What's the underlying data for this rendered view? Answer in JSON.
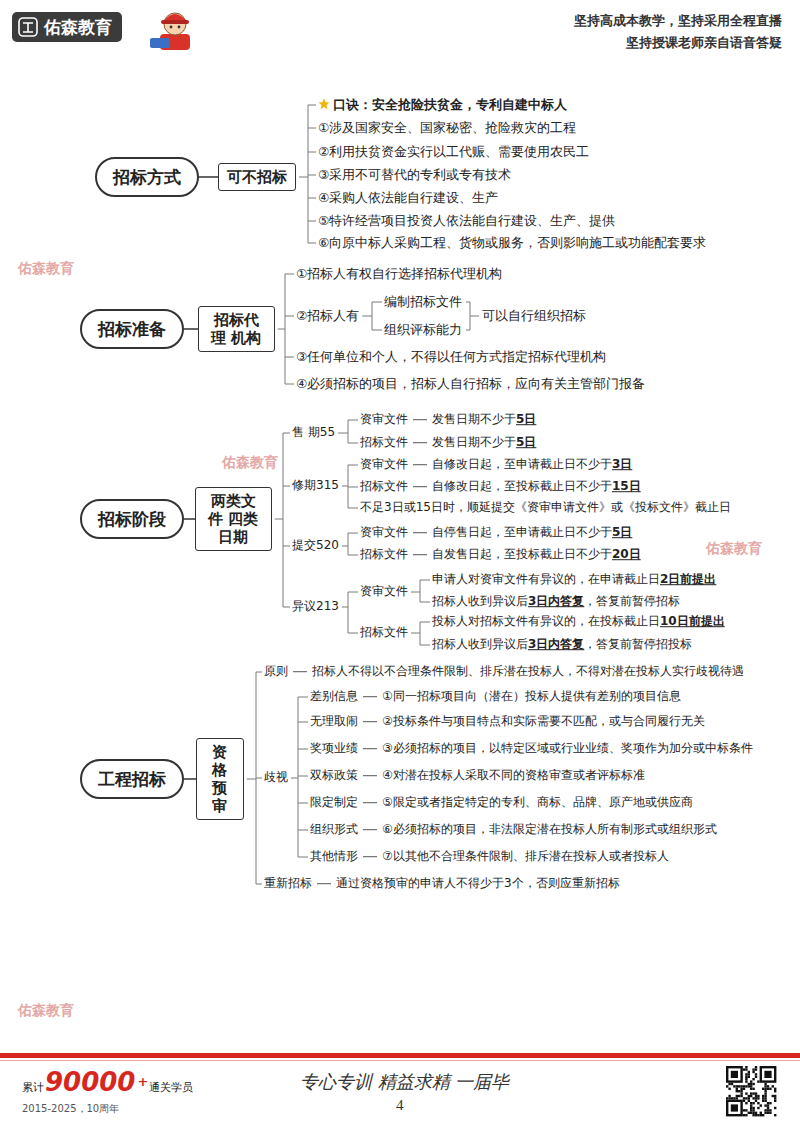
{
  "diagram": {
    "nodes": [
      {
        "text": [
          "佑森教育"
        ]
      },
      {
        "text": [
          "招标方式"
        ]
      },
      {
        "text": [
          "可不招标"
        ]
      },
      {
        "text": [
          "招标准备"
        ]
      },
      {
        "text": [
          "招标代理 机构"
        ]
      },
      {
        "text": [
          "招标阶段"
        ]
      },
      {
        "text": [
          "两类文件 四类日期"
        ]
      },
      {
        "text": [
          "工程招标"
        ]
      },
      {
        "text": [
          "资格 预审"
        ]
      }
    ],
    "edges": [
      {
        "from": 1,
        "to": 2,
        "arrow": "none"
      },
      {
        "from": 3,
        "to": 4,
        "arrow": "none"
      },
      {
        "from": 5,
        "to": 6,
        "arrow": "none"
      },
      {
        "from": 7,
        "to": 8,
        "arrow": "none"
      }
    ],
    "labels": [
      "坚持高成本教学，坚持采用全程直播",
      "坚持授课老师亲自语音答疑",
      "口诀：",
      "安全抢险扶贫金，专利自建中标人",
      "①涉及国家安全、国家秘密、抢险救灾的工程",
      "②利用扶贫资金实行以工代赈、需要使用农民工",
      "③采用不可替代的专利或专有技术",
      "④采购人依法能自行建设、生产",
      "⑤特许经营项目投资人依法能自行建设、生产、提供",
      "⑥向原中标人采购工程、货物或服务，否则影响施工或功能配套要求",
      "佑森教育",
      "①招标人有权自行选择招标代理机构",
      "②招标人有",
      "编制招标文件",
      "组织评标能力",
      "可以自行组织招标",
      "③任何单位和个人，不得以任何方式指定招标代理机构",
      "④必须招标的项目，招标人自行招标，应向有关主管部门报备",
      "售 期55",
      "资审文件",
      "发售日期不少于",
      "5日",
      "招标文件",
      "发售日期不少于",
      "5日",
      "佑森教育",
      "修期315",
      "资审文件",
      "自修改日起，至申请截止日不少于",
      "3日",
      "招标文件",
      "自修改日起，至投标截止日不少于",
      "15日",
      "不足3日或15日时，顺延提交《资审申请文件》或《投标文件》截止日",
      "提交520",
      "资审文件",
      "自停售日起，至申请截止日不少于",
      "5日",
      "招标文件",
      "自发售日起，至投标截止日不少于",
      "20日",
      "异议213",
      "资审文件",
      "申请人对资审文件有异议的，在申请截止日",
      "2日前提出",
      "招标人收到异议后",
      "3日内答复",
      "，答复前暂停招标",
      "招标文件",
      "投标人对招标文件有异议的，在投标截止日",
      "10日前提出",
      "招标人收到异议后",
      "3日内答复",
      "，答复前暂停招投标",
      "佑森教育",
      "原则",
      "招标人不得以不合理条件限制、排斥潜在投标人，不得对潜在投标人实行歧视待遇",
      "歧视",
      "差别信息",
      "①同一招标项目向（潜在）投标人提供有差别的项目信息",
      "无理取闹",
      "②投标条件与项目特点和实际需要不匹配，或与合同履行无关",
      "奖项业绩",
      "③必须招标的项目，以特定区域或行业业绩、奖项作为加分或中标条件",
      "双标政策",
      "④对潜在投标人采取不同的资格审查或者评标标准",
      "限定制定",
      "⑤限定或者指定特定的专利、商标、品牌、原产地或供应商",
      "组织形式",
      "⑥必须招标的项目，非法限定潜在投标人所有制形式或组织形式",
      "其他情形",
      "⑦以其他不合理条件限制、排斥潜在投标人或者投标人",
      "重新招标",
      "通过资格预审的申请人不得少于3个，否则应重新招标",
      "佑森教育",
      "累计",
      "90000",
      "+",
      "通关学员",
      "2015-2025，10周年",
      "专心专训 精益求精 一届毕",
      "4"
    ]
  }
}
